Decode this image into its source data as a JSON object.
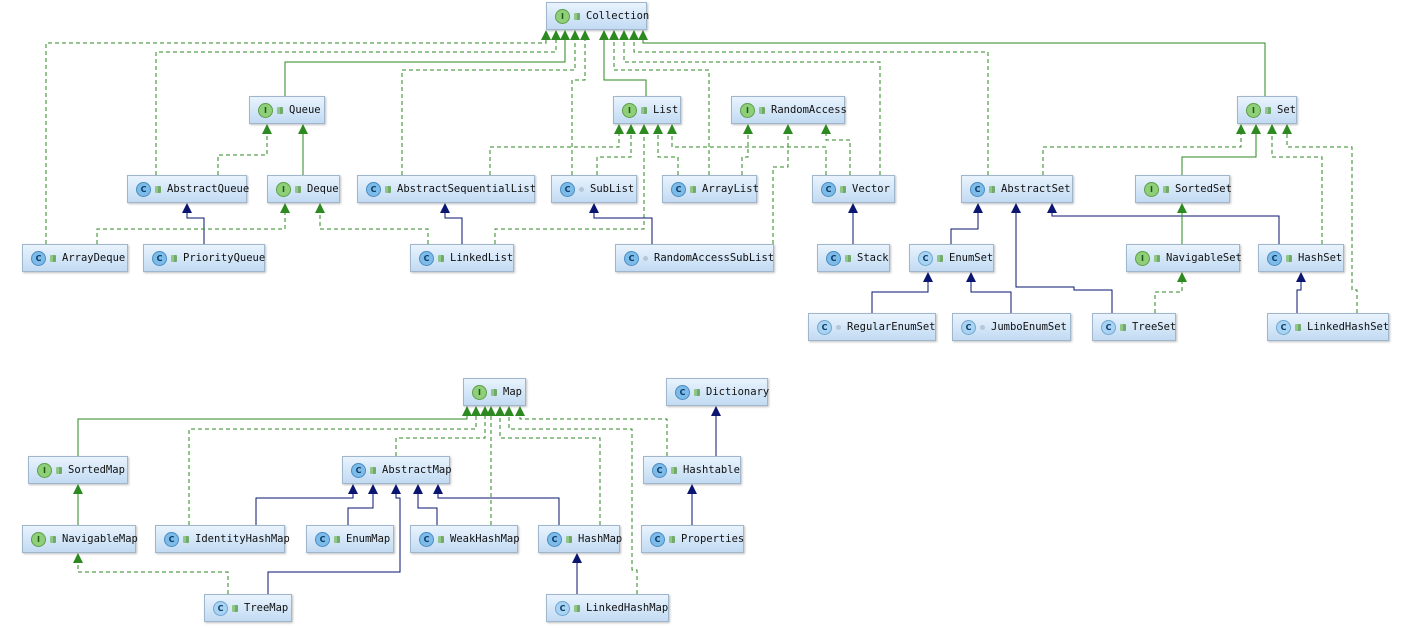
{
  "nodes": [
    {
      "id": "Collection",
      "label": "Collection",
      "kind": "I"
    },
    {
      "id": "Queue",
      "label": "Queue",
      "kind": "I"
    },
    {
      "id": "List",
      "label": "List",
      "kind": "I"
    },
    {
      "id": "RandomAccess",
      "label": "RandomAccess",
      "kind": "I"
    },
    {
      "id": "Set",
      "label": "Set",
      "kind": "I"
    },
    {
      "id": "AbstractQueue",
      "label": "AbstractQueue",
      "kind": "C"
    },
    {
      "id": "Deque",
      "label": "Deque",
      "kind": "I"
    },
    {
      "id": "AbstractSequentialList",
      "label": "AbstractSequentialList",
      "kind": "C"
    },
    {
      "id": "SubList",
      "label": "SubList",
      "kind": "C"
    },
    {
      "id": "ArrayList",
      "label": "ArrayList",
      "kind": "C"
    },
    {
      "id": "Vector",
      "label": "Vector",
      "kind": "C"
    },
    {
      "id": "AbstractSet",
      "label": "AbstractSet",
      "kind": "C"
    },
    {
      "id": "SortedSet",
      "label": "SortedSet",
      "kind": "I"
    },
    {
      "id": "ArrayDeque",
      "label": "ArrayDeque",
      "kind": "C"
    },
    {
      "id": "PriorityQueue",
      "label": "PriorityQueue",
      "kind": "C"
    },
    {
      "id": "LinkedList",
      "label": "LinkedList",
      "kind": "C"
    },
    {
      "id": "RandomAccessSubList",
      "label": "RandomAccessSubList",
      "kind": "C"
    },
    {
      "id": "Stack",
      "label": "Stack",
      "kind": "C"
    },
    {
      "id": "EnumSet",
      "label": "EnumSet",
      "kind": "A"
    },
    {
      "id": "NavigableSet",
      "label": "NavigableSet",
      "kind": "I"
    },
    {
      "id": "HashSet",
      "label": "HashSet",
      "kind": "C"
    },
    {
      "id": "RegularEnumSet",
      "label": "RegularEnumSet",
      "kind": "A"
    },
    {
      "id": "JumboEnumSet",
      "label": "JumboEnumSet",
      "kind": "A"
    },
    {
      "id": "TreeSet",
      "label": "TreeSet",
      "kind": "A"
    },
    {
      "id": "LinkedHashSet",
      "label": "LinkedHashSet",
      "kind": "A"
    },
    {
      "id": "Map",
      "label": "Map",
      "kind": "I"
    },
    {
      "id": "Dictionary",
      "label": "Dictionary",
      "kind": "C"
    },
    {
      "id": "SortedMap",
      "label": "SortedMap",
      "kind": "I"
    },
    {
      "id": "AbstractMap",
      "label": "AbstractMap",
      "kind": "C"
    },
    {
      "id": "Hashtable",
      "label": "Hashtable",
      "kind": "C"
    },
    {
      "id": "NavigableMap",
      "label": "NavigableMap",
      "kind": "I"
    },
    {
      "id": "IdentityHashMap",
      "label": "IdentityHashMap",
      "kind": "C"
    },
    {
      "id": "EnumMap",
      "label": "EnumMap",
      "kind": "C"
    },
    {
      "id": "WeakHashMap",
      "label": "WeakHashMap",
      "kind": "C"
    },
    {
      "id": "HashMap",
      "label": "HashMap",
      "kind": "C"
    },
    {
      "id": "Properties",
      "label": "Properties",
      "kind": "C"
    },
    {
      "id": "TreeMap",
      "label": "TreeMap",
      "kind": "A"
    },
    {
      "id": "LinkedHashMap",
      "label": "LinkedHashMap",
      "kind": "A"
    }
  ],
  "edges": [
    {
      "from": "ArrayDeque",
      "to": "Collection",
      "type": "implements"
    },
    {
      "from": "AbstractQueue",
      "to": "Collection",
      "type": "implements"
    },
    {
      "from": "Queue",
      "to": "Collection",
      "type": "extends-interface"
    },
    {
      "from": "AbstractSequentialList",
      "to": "Collection",
      "type": "implements"
    },
    {
      "from": "SubList",
      "to": "Collection",
      "type": "implements"
    },
    {
      "from": "List",
      "to": "Collection",
      "type": "extends-interface"
    },
    {
      "from": "ArrayList",
      "to": "Collection",
      "type": "implements"
    },
    {
      "from": "Vector",
      "to": "Collection",
      "type": "implements"
    },
    {
      "from": "AbstractSet",
      "to": "Collection",
      "type": "implements"
    },
    {
      "from": "Set",
      "to": "Collection",
      "type": "extends-interface"
    },
    {
      "from": "AbstractQueue",
      "to": "Queue",
      "type": "implements"
    },
    {
      "from": "Deque",
      "to": "Queue",
      "type": "extends-interface"
    },
    {
      "from": "AbstractSequentialList",
      "to": "List",
      "type": "implements"
    },
    {
      "from": "SubList",
      "to": "List",
      "type": "implements"
    },
    {
      "from": "LinkedList",
      "to": "List",
      "type": "implements"
    },
    {
      "from": "ArrayList",
      "to": "List",
      "type": "implements"
    },
    {
      "from": "Vector",
      "to": "List",
      "type": "implements"
    },
    {
      "from": "ArrayList",
      "to": "RandomAccess",
      "type": "implements"
    },
    {
      "from": "RandomAccessSubList",
      "to": "RandomAccess",
      "type": "implements"
    },
    {
      "from": "Vector",
      "to": "RandomAccess",
      "type": "implements"
    },
    {
      "from": "AbstractSet",
      "to": "Set",
      "type": "implements"
    },
    {
      "from": "SortedSet",
      "to": "Set",
      "type": "extends-interface"
    },
    {
      "from": "HashSet",
      "to": "Set",
      "type": "implements"
    },
    {
      "from": "LinkedHashSet",
      "to": "Set",
      "type": "implements"
    },
    {
      "from": "PriorityQueue",
      "to": "AbstractQueue",
      "type": "extends"
    },
    {
      "from": "ArrayDeque",
      "to": "Deque",
      "type": "implements"
    },
    {
      "from": "LinkedList",
      "to": "Deque",
      "type": "implements"
    },
    {
      "from": "LinkedList",
      "to": "AbstractSequentialList",
      "type": "extends"
    },
    {
      "from": "RandomAccessSubList",
      "to": "SubList",
      "type": "extends"
    },
    {
      "from": "Stack",
      "to": "Vector",
      "type": "extends"
    },
    {
      "from": "EnumSet",
      "to": "AbstractSet",
      "type": "extends"
    },
    {
      "from": "TreeSet",
      "to": "AbstractSet",
      "type": "extends"
    },
    {
      "from": "HashSet",
      "to": "AbstractSet",
      "type": "extends"
    },
    {
      "from": "NavigableSet",
      "to": "SortedSet",
      "type": "extends-interface"
    },
    {
      "from": "TreeSet",
      "to": "NavigableSet",
      "type": "implements"
    },
    {
      "from": "RegularEnumSet",
      "to": "EnumSet",
      "type": "extends"
    },
    {
      "from": "JumboEnumSet",
      "to": "EnumSet",
      "type": "extends"
    },
    {
      "from": "LinkedHashSet",
      "to": "HashSet",
      "type": "extends"
    },
    {
      "from": "SortedMap",
      "to": "Map",
      "type": "extends-interface"
    },
    {
      "from": "IdentityHashMap",
      "to": "Map",
      "type": "implements"
    },
    {
      "from": "AbstractMap",
      "to": "Map",
      "type": "implements"
    },
    {
      "from": "WeakHashMap",
      "to": "Map",
      "type": "implements"
    },
    {
      "from": "HashMap",
      "to": "Map",
      "type": "implements"
    },
    {
      "from": "LinkedHashMap",
      "to": "Map",
      "type": "implements"
    },
    {
      "from": "Hashtable",
      "to": "Map",
      "type": "implements"
    },
    {
      "from": "Hashtable",
      "to": "Dictionary",
      "type": "extends"
    },
    {
      "from": "NavigableMap",
      "to": "SortedMap",
      "type": "extends-interface"
    },
    {
      "from": "IdentityHashMap",
      "to": "AbstractMap",
      "type": "extends"
    },
    {
      "from": "EnumMap",
      "to": "AbstractMap",
      "type": "extends"
    },
    {
      "from": "TreeMap",
      "to": "AbstractMap",
      "type": "extends"
    },
    {
      "from": "WeakHashMap",
      "to": "AbstractMap",
      "type": "extends"
    },
    {
      "from": "HashMap",
      "to": "AbstractMap",
      "type": "extends"
    },
    {
      "from": "TreeMap",
      "to": "NavigableMap",
      "type": "implements"
    },
    {
      "from": "LinkedHashMap",
      "to": "HashMap",
      "type": "extends"
    },
    {
      "from": "Properties",
      "to": "Hashtable",
      "type": "extends"
    }
  ],
  "colors": {
    "extends": "#0a1670",
    "implements": "#2c8a21",
    "extends-interface": "#2c8a21"
  },
  "icons": {
    "I": "interface-icon",
    "C": "class-icon",
    "A": "final-class-icon"
  }
}
